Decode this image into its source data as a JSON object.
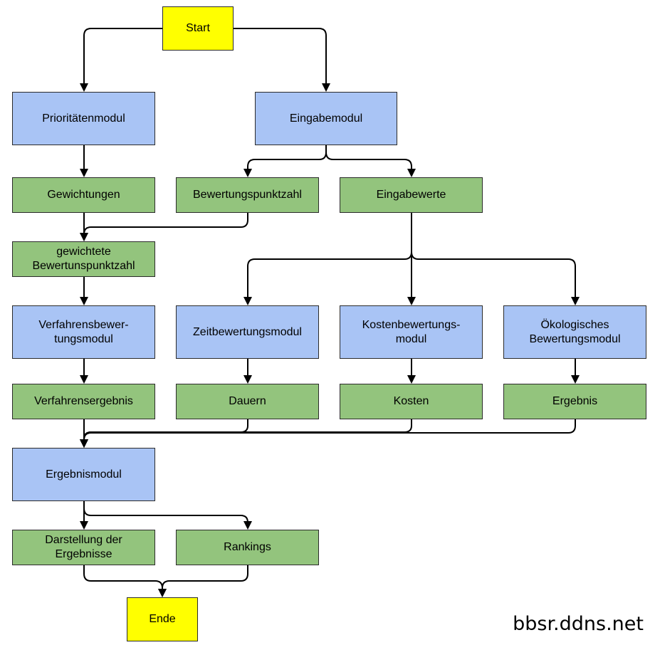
{
  "colors": {
    "terminal": "#ffff00",
    "module": "#a9c4f5",
    "data": "#93c47d",
    "line": "#000000"
  },
  "nodes": {
    "start": "Start",
    "prioritaetenmodul": "Prioritätenmodul",
    "eingabemodul": "Eingabemodul",
    "gewichtungen": "Gewichtungen",
    "bewertungspunktzahl": "Bewertungspunktzahl",
    "eingabewerte": "Eingabewerte",
    "gewichtete_bewertungspunktzahl": "gewichtete\nBewertunspunktzahl",
    "verfahrensbewertungsmodul": "Verfahrensbewer-\ntungsmodul",
    "zeitbewertungsmodul": "Zeitbewertungsmodul",
    "kostenbewertungsmodul": "Kostenbewertungs-\nmodul",
    "oekologisches_bewertungsmodul": "Ökologisches\nBewertungsmodul",
    "verfahrensergebnis": "Verfahrensergebnis",
    "dauern": "Dauern",
    "kosten": "Kosten",
    "ergebnis": "Ergebnis",
    "ergebnismodul": "Ergebnismodul",
    "darstellung_der_ergebnisse": "Darstellung der\nErgebnisse",
    "rankings": "Rankings",
    "ende": "Ende"
  },
  "watermark": "bbsr.ddns.net"
}
